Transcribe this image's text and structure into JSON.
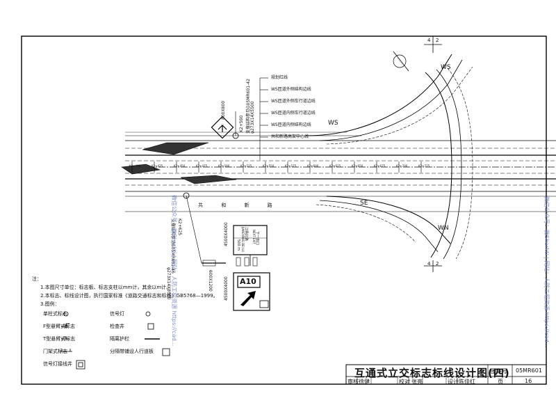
{
  "drawing": {
    "road_name": "共 和 新 路",
    "ramps": {
      "ws_top": "WS",
      "ws_right": "WS",
      "se": "SE",
      "wn": "WN"
    },
    "grid_marks": {
      "top_left": "4",
      "top_right": "2",
      "bottom_left": "4",
      "bottom_right": "2"
    },
    "callouts": [
      "规划红线",
      "WS匝道外侧结构边线",
      "WS匝道外侧车行道边线",
      "WS匝道内侧车行道边线",
      "WS匝道内侧结构边线",
      "共和新路高架中心线"
    ],
    "left_sign_dim": "800X800",
    "top_support": {
      "station": "K2+500",
      "spec": "支撑结构参见G05MR601-42",
      "size": "φ273X14X5500"
    },
    "bottom_support": {
      "station": "K2+625",
      "spec": "支撑结构参见G05MR601-46",
      "size": "φ273X14X8500"
    },
    "mid_dim": "600X1200",
    "exit_sign": {
      "dim": "4500X4000",
      "line1": "下一出口",
      "line2": "NEXT EXIT",
      "line3": "江杨北路",
      "line4": "JIANGYANG BEI LU",
      "distance": "500 m"
    },
    "route_sign": {
      "dim": "4500X4000",
      "route": "A10"
    },
    "stations": [
      "K2+400",
      "K2+425",
      "K2+450",
      "K2+475",
      "K2+500",
      "K2+525",
      "K2+550",
      "K2+575",
      "K2+600",
      "K2+625",
      "K2+650",
      "K2+675",
      "K2+700",
      "K2+725"
    ]
  },
  "notes": {
    "label": "注：",
    "n1": "1.本图尺寸单位：标志板、标志支柱以mm计，其余以m计。",
    "n2": "2.本标志、标线设计图，执行国家标准《道路交通标志和标线》GB5768—1999。",
    "n3": "3.图例："
  },
  "legend": [
    {
      "label": "单柱式标志",
      "label2": "信号灯"
    },
    {
      "label": "F型悬臂式标志",
      "label2": "检查井"
    },
    {
      "label": "T型悬臂式标志",
      "label2": "隔离护栏"
    },
    {
      "label": "门架式标志",
      "label2": "分隔带铺设人行道板"
    },
    {
      "label": "信号灯接线井",
      "label2": ""
    }
  ],
  "title_block": {
    "title": "互通式立交标志标线设计图(四)",
    "atlas_label": "图集号",
    "atlas_no": "05MR601",
    "review_label": "审核",
    "reviewer": "徐健",
    "check_label": "校对",
    "checker": "张亮",
    "design_label": "设计",
    "designer": "陈佳红",
    "page_label": "页",
    "page_no": "16"
  },
  "watermark": {
    "text_left": "微信公众号：微Sharkti | 网站：人防工程资源 https://cad...",
    "text_right": "微信公众号：微Sharkti | 网站：人防工程资源 https://cad..."
  }
}
